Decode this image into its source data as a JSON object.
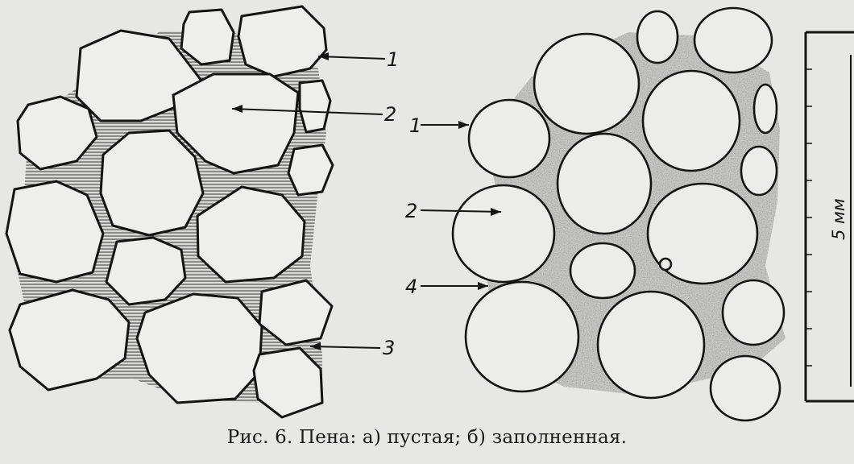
{
  "figure": {
    "caption": "Рис. 6. Пена: а) пустая; б) заполненная.",
    "scale_label": "5 мм",
    "callouts": {
      "left_1": "1",
      "left_2": "2",
      "left_3": "3",
      "right_1": "1",
      "right_2": "2",
      "right_4": "4"
    },
    "colors": {
      "background": "#e7e7e5",
      "cell_fill": "#eeeeec",
      "outline": "#141414",
      "hatch_lines": "#4a4a4a",
      "filled_speckle": "#5a5a5a"
    }
  }
}
